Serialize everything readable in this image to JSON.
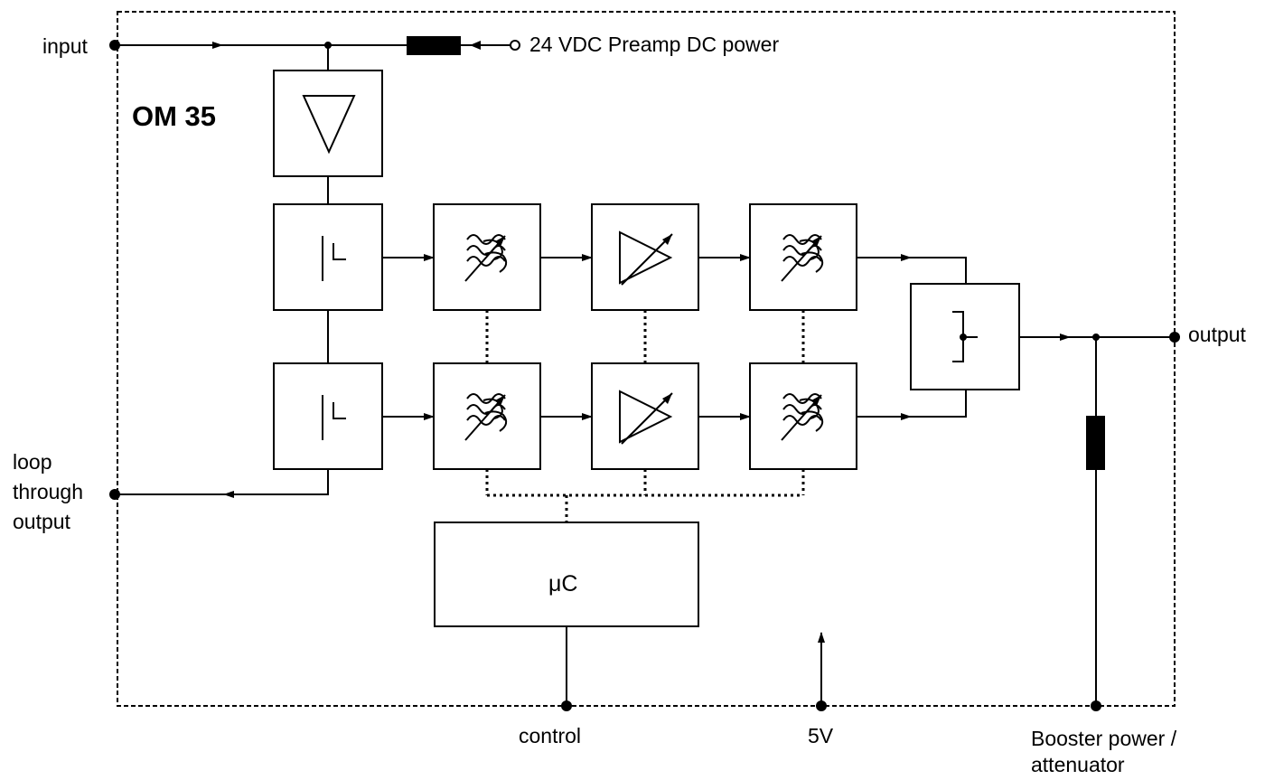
{
  "diagram": {
    "title": "OM 35",
    "labels": {
      "input": "input",
      "preamp_power": "24 VDC Preamp DC power",
      "output": "output",
      "loop_through": [
        "loop",
        "through",
        "output"
      ],
      "controller": "μC",
      "control": "control",
      "five_volt": "5V",
      "booster": [
        "Booster power /",
        "attenuator"
      ]
    },
    "icons": [
      "preamp-triangle",
      "splitter",
      "tunable-filter",
      "variable-amplifier",
      "combiner",
      "choke"
    ]
  }
}
